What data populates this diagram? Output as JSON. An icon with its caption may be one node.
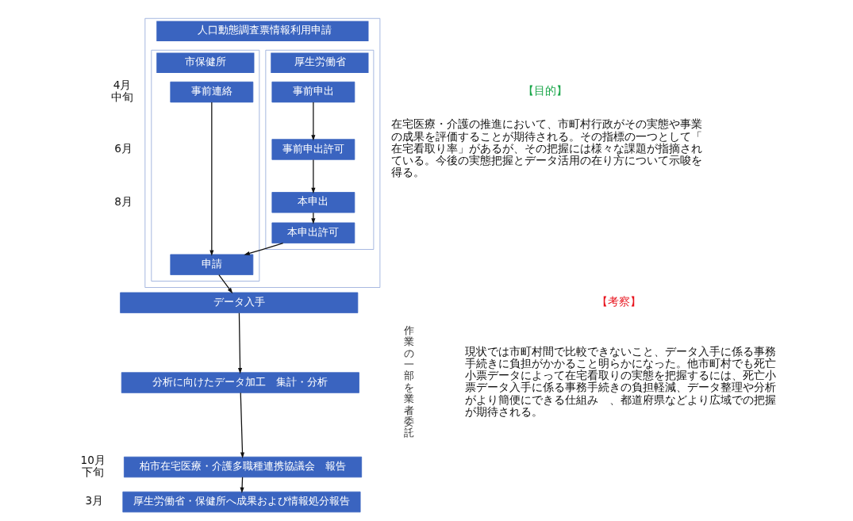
{
  "diagram": {
    "nodes": [
      {
        "text": [
          "人口動態調査票情報利用申請"
        ]
      },
      {
        "text": [
          "厚生労働省"
        ],
        "in": 0
      },
      {
        "text": [
          "事前申出"
        ],
        "in": 1
      },
      {
        "text": [
          "事前申出許可"
        ],
        "in": 1
      },
      {
        "text": [
          "本申出"
        ],
        "in": 1
      },
      {
        "text": [
          "本申出許可"
        ],
        "in": 1
      },
      {
        "text": [
          "市保健所"
        ],
        "in": 0
      },
      {
        "text": [
          "事前連絡"
        ],
        "in": 6
      },
      {
        "text": [
          "申請"
        ],
        "in": 6
      },
      {
        "text": [
          "データ入手"
        ]
      },
      {
        "text": [
          "分析に向けたデータ加工　集計・分析"
        ]
      },
      {
        "text": [
          "柏市在宅医療・介護多職種連携協議会　報告"
        ]
      },
      {
        "text": [
          "厚生労働省・保健所へ成果および情報処分報告"
        ]
      }
    ],
    "edges": [
      {
        "from": 2,
        "to": 3,
        "arrow": "to"
      },
      {
        "from": 3,
        "to": 4,
        "arrow": "to"
      },
      {
        "from": 4,
        "to": 5,
        "arrow": "to"
      },
      {
        "from": 5,
        "to": 8,
        "arrow": "to"
      },
      {
        "from": 7,
        "to": 8,
        "arrow": "to"
      },
      {
        "from": 8,
        "to": 9,
        "arrow": "to"
      },
      {
        "from": 9,
        "to": 10,
        "arrow": "to"
      },
      {
        "from": 10,
        "to": 11,
        "arrow": "to"
      },
      {
        "from": 11,
        "to": 12,
        "arrow": "to"
      }
    ],
    "labels": [
      "4月中旬",
      "6月",
      "8月",
      "10月下旬",
      "3月",
      "作業の一部を業者委託",
      "【目的】",
      "在宅医療・介護の推進において、市町村行政がその実態や事業の成果を評価することが期待される。その指標の一つとして「在宅看取り率」があるが、その把握には様々な課題が指摘されている。今後の実態把握とデータ活用の在り方について示唆を得る。",
      "【考察】",
      "現状では市町村間で比較できないこと、データ入手に係る事務手続きに負担がかかること明らかになった。他市町村でも死亡小票データによって在宅看取りの実態を把握するには、死亡小票データ入手に係る事務手続きの負担軽減、データ整理や分析がより簡便にできる仕組み　、都道府県などより広域での把握が期待される。"
    ]
  }
}
